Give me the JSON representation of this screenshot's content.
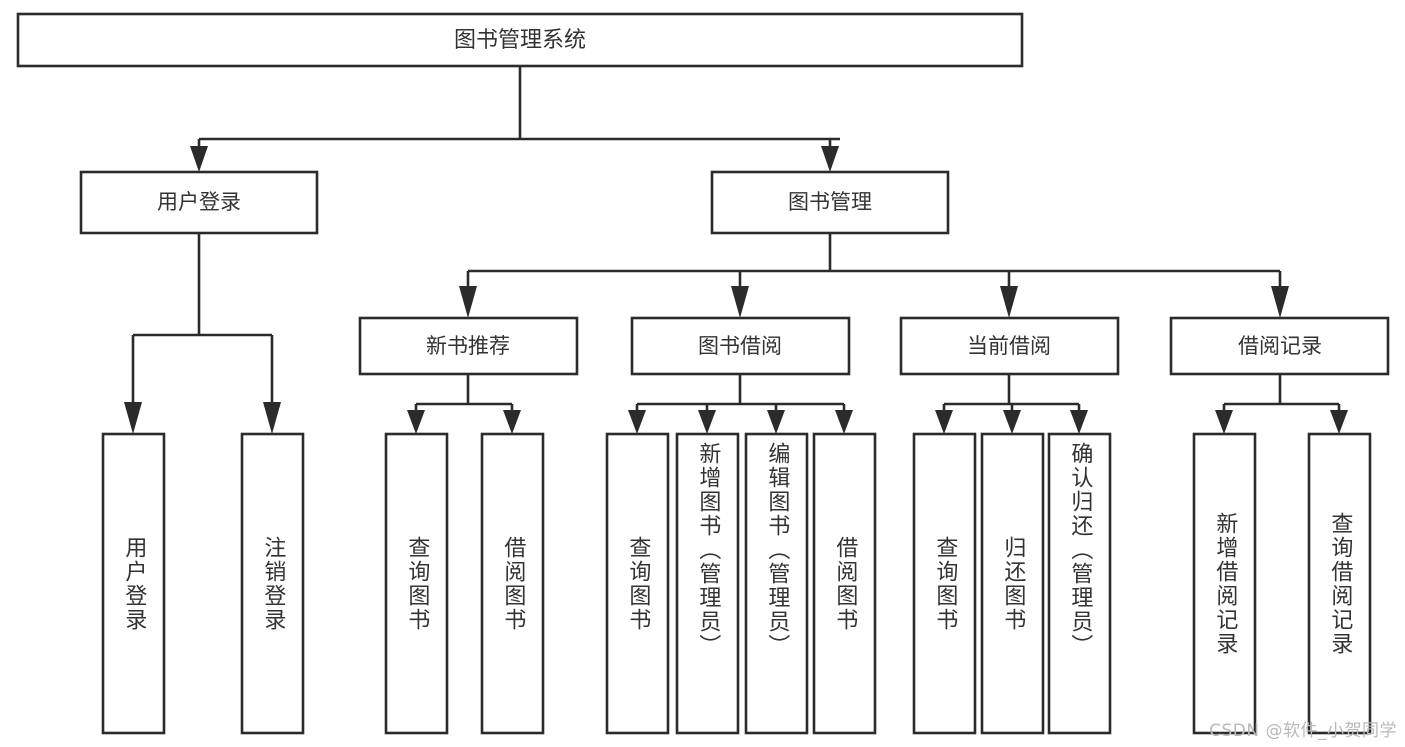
{
  "diagram": {
    "type": "tree",
    "title": "图书管理系统",
    "watermark": "CSDN @软件_小贺同学",
    "root": {
      "label": "图书管理系统"
    },
    "level2": [
      {
        "id": "user-login",
        "label": "用户登录"
      },
      {
        "id": "book-manage",
        "label": "图书管理"
      }
    ],
    "level3": [
      {
        "id": "new-book-rec",
        "label": "新书推荐"
      },
      {
        "id": "book-borrow",
        "label": "图书借阅"
      },
      {
        "id": "current-borrow",
        "label": "当前借阅"
      },
      {
        "id": "borrow-record",
        "label": "借阅记录"
      }
    ],
    "leaves": {
      "user_login": [
        {
          "id": "leaf-user-login",
          "label": "用户登录"
        },
        {
          "id": "leaf-logout-login",
          "label": "注销登录"
        }
      ],
      "new_book_rec": [
        {
          "id": "leaf-query-book-1",
          "label": "查询图书"
        },
        {
          "id": "leaf-borrow-book-1",
          "label": "借阅图书"
        }
      ],
      "book_borrow": [
        {
          "id": "leaf-query-book-2",
          "label": "查询图书"
        },
        {
          "id": "leaf-add-book",
          "label": "新增图书（管理员）"
        },
        {
          "id": "leaf-edit-book",
          "label": "编辑图书（管理员）"
        },
        {
          "id": "leaf-borrow-book-2",
          "label": "借阅图书"
        }
      ],
      "current_borrow": [
        {
          "id": "leaf-query-book-3",
          "label": "查询图书"
        },
        {
          "id": "leaf-return-book",
          "label": "归还图书"
        },
        {
          "id": "leaf-confirm-return",
          "label": "确认归还（管理员）"
        }
      ],
      "borrow_record": [
        {
          "id": "leaf-add-record",
          "label": "新增借阅记录"
        },
        {
          "id": "leaf-query-record",
          "label": "查询借阅记录"
        }
      ]
    },
    "colors": {
      "stroke": "#2b2b2b",
      "fill": "#ffffff",
      "text": "#333333",
      "watermark": "#b9b9b9",
      "background": "#ffffff"
    }
  }
}
